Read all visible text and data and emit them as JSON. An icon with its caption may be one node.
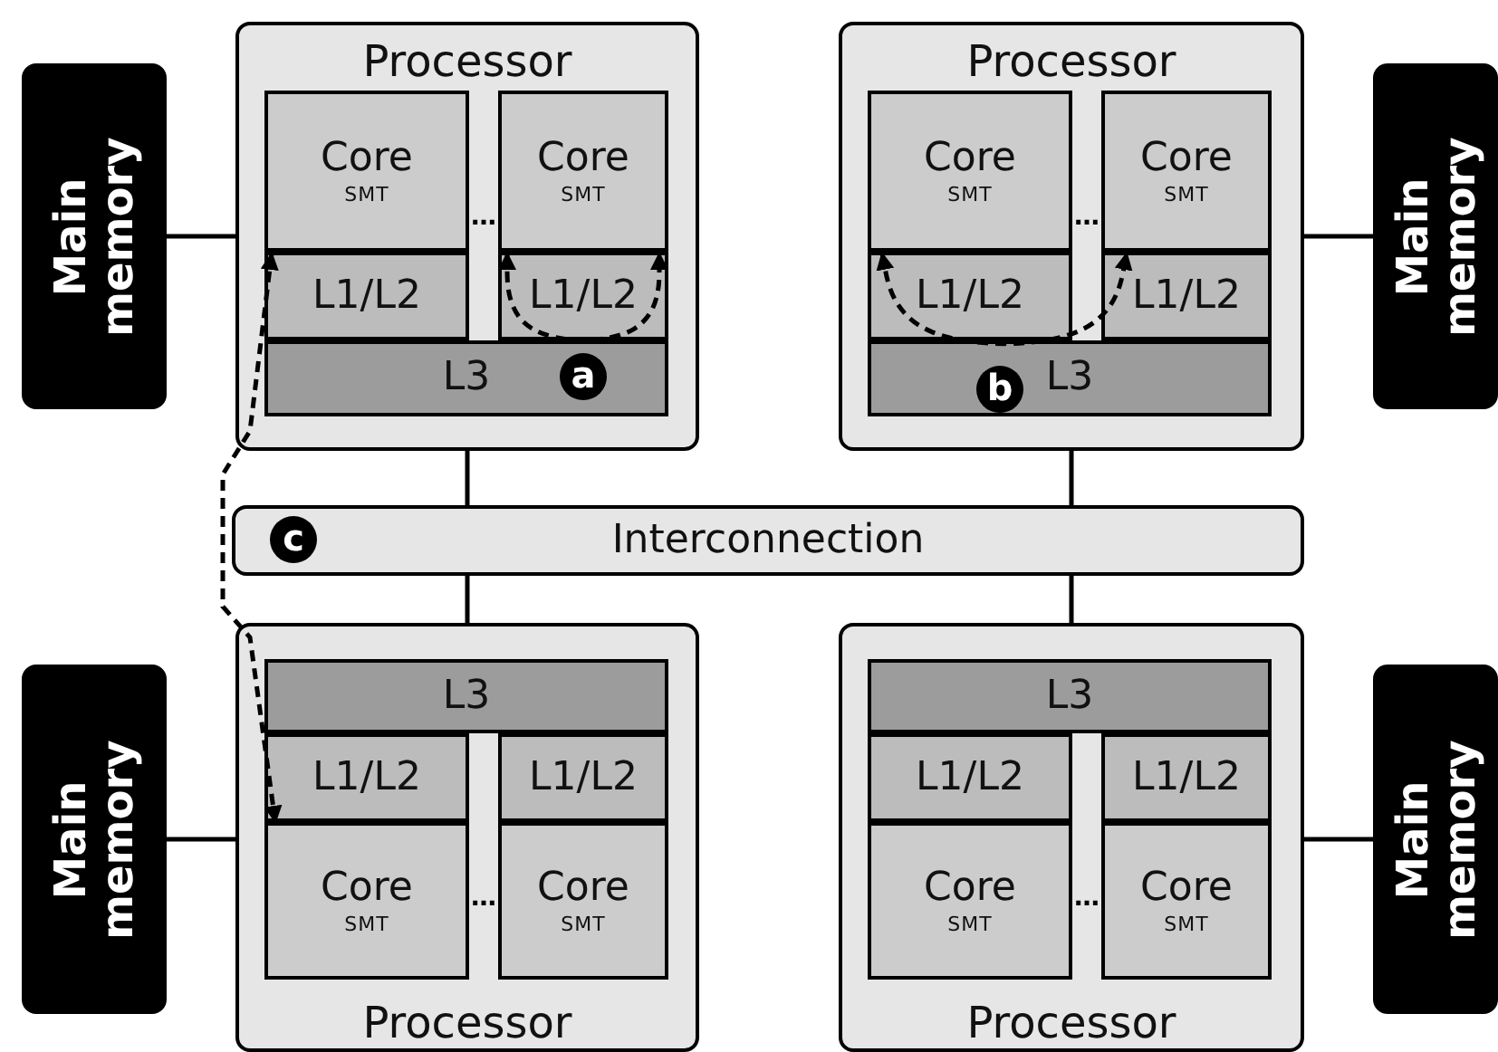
{
  "diagram": {
    "nodes": [
      {
        "text": [
          "Main memory"
        ]
      },
      {
        "text": [
          "Processor"
        ]
      },
      {
        "text": [
          "Core",
          "SMT"
        ],
        "in": 1
      },
      {
        "text": [
          "Core",
          "SMT"
        ],
        "in": 1
      },
      {
        "text": [
          "L1/L2"
        ],
        "in": 1
      },
      {
        "text": [
          "L1/L2"
        ],
        "in": 1
      },
      {
        "text": [
          "L3"
        ],
        "in": 1
      },
      {
        "text": [
          "Processor"
        ]
      },
      {
        "text": [
          "Core",
          "SMT"
        ],
        "in": 7
      },
      {
        "text": [
          "Core",
          "SMT"
        ],
        "in": 7
      },
      {
        "text": [
          "L1/L2"
        ],
        "in": 7
      },
      {
        "text": [
          "L1/L2"
        ],
        "in": 7
      },
      {
        "text": [
          "L3"
        ],
        "in": 7
      },
      {
        "text": [
          "Main memory"
        ]
      },
      {
        "text": [
          "Interconnection"
        ]
      },
      {
        "text": [
          "Main memory"
        ]
      },
      {
        "text": [
          "Processor"
        ]
      },
      {
        "text": [
          "L3"
        ],
        "in": 16
      },
      {
        "text": [
          "L1/L2"
        ],
        "in": 16
      },
      {
        "text": [
          "L1/L2"
        ],
        "in": 16
      },
      {
        "text": [
          "Core",
          "SMT"
        ],
        "in": 16
      },
      {
        "text": [
          "Core",
          "SMT"
        ],
        "in": 16
      },
      {
        "text": [
          "Processor"
        ]
      },
      {
        "text": [
          "L3"
        ],
        "in": 22
      },
      {
        "text": [
          "L1/L2"
        ],
        "in": 22
      },
      {
        "text": [
          "L1/L2"
        ],
        "in": 22
      },
      {
        "text": [
          "Core",
          "SMT"
        ],
        "in": 22
      },
      {
        "text": [
          "Core",
          "SMT"
        ],
        "in": 22
      },
      {
        "text": [
          "Main memory"
        ]
      }
    ],
    "edges": [
      {
        "from": 0,
        "to": 1,
        "arrow": "none"
      },
      {
        "from": 7,
        "to": 13,
        "arrow": "none"
      },
      {
        "from": 1,
        "to": 14,
        "arrow": "none"
      },
      {
        "from": 7,
        "to": 14,
        "arrow": "none"
      },
      {
        "from": 14,
        "to": 16,
        "arrow": "none"
      },
      {
        "from": 14,
        "to": 22,
        "arrow": "none"
      },
      {
        "from": 15,
        "to": 16,
        "arrow": "none"
      },
      {
        "from": 22,
        "to": 28,
        "arrow": "none"
      },
      {
        "from": 5,
        "to": 5,
        "arrow": "both",
        "style": "dashed",
        "label": "a"
      },
      {
        "from": 10,
        "to": 11,
        "arrow": "both",
        "style": "dashed",
        "label": "b"
      },
      {
        "from": 4,
        "to": 18,
        "arrow": "both",
        "style": "dashed",
        "label": "c"
      }
    ],
    "labels": [
      "…",
      "…",
      "…",
      "…"
    ]
  }
}
